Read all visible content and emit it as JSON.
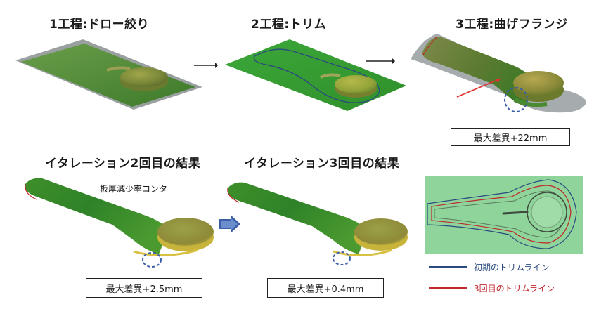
{
  "steps": [
    {
      "title": "1工程:ドロー絞り"
    },
    {
      "title": "2工程:トリム"
    },
    {
      "title": "3工程:曲げフランジ",
      "result": "最大差異+22mm"
    }
  ],
  "iterations": [
    {
      "title": "イタレーション2回目の結果",
      "contour_label": "板厚減少率コンタ",
      "result": "最大差異+2.5mm"
    },
    {
      "title": "イタレーション3回目の結果",
      "result": "最大差異+0.4mm"
    }
  ],
  "legend": [
    {
      "label": "初期のトリムライン",
      "color": "#2b4a80"
    },
    {
      "label": "3回目のトリムライン",
      "color": "#c0282c"
    }
  ],
  "colors": {
    "part_green": "#3f8f2c",
    "trim_blue": "#2b4a80",
    "trim_red": "#c0282c",
    "arrow_blue": "#3a5fa8"
  }
}
